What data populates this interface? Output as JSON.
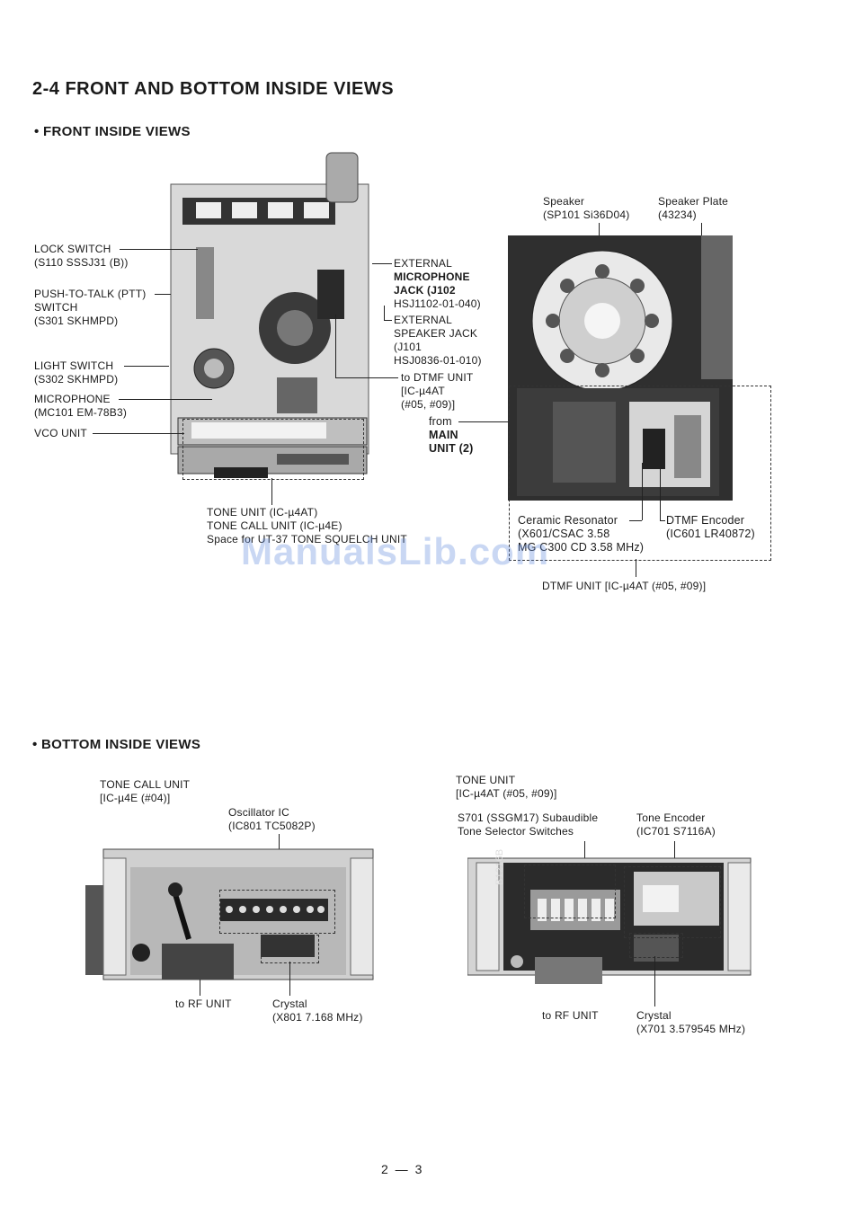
{
  "section_title": "2-4 FRONT AND BOTTOM INSIDE VIEWS",
  "front": {
    "heading": "• FRONT INSIDE VIEWS",
    "left_labels": {
      "lock_switch": [
        "LOCK SWITCH",
        "(S110 SSSJ31 (B))"
      ],
      "ptt_switch": [
        "PUSH-TO-TALK (PTT)",
        "SWITCH",
        "(S301 SKHMPD)"
      ],
      "light_switch": [
        "LIGHT SWITCH",
        "(S302 SKHMPD)"
      ],
      "microphone": [
        "MICROPHONE",
        "(MC101 EM-78B3)"
      ],
      "vco_unit": [
        "VCO UNIT"
      ]
    },
    "right_labels": {
      "ext_mic_jack": [
        "EXTERNAL",
        "MICROPHONE",
        "JACK (J102",
        "HSJ1102-01-040)"
      ],
      "ext_spk_jack": [
        "EXTERNAL",
        "SPEAKER JACK",
        "(J101",
        "HSJ0836-01-010)"
      ],
      "to_dtmf": [
        "to DTMF UNIT",
        "[IC-µ4AT",
        "(#05, #09)]"
      ],
      "from_main": [
        "from",
        "MAIN",
        "UNIT (2)"
      ]
    },
    "bottom_labels": [
      "TONE UNIT (IC-µ4AT)",
      "TONE CALL UNIT (IC-µ4E)",
      "Space for UT-37 TONE SQUELCH UNIT"
    ],
    "speaker": [
      "Speaker",
      "(SP101 Si36D04)"
    ],
    "speaker_plate": [
      "Speaker Plate",
      "(43234)"
    ],
    "ceramic_resonator": [
      "Ceramic Resonator",
      "(X601/CSAC 3.58",
      "MG C300 CD 3.58 MHz)"
    ],
    "dtmf_encoder": [
      "DTMF Encoder",
      "(IC601 LR40872)"
    ],
    "dtmf_unit": "DTMF UNIT [IC-µ4AT (#05, #09)]"
  },
  "bottom": {
    "heading": "• BOTTOM INSIDE VIEWS",
    "tone_call_unit": [
      "TONE CALL UNIT",
      "[IC-µ4E (#04)]"
    ],
    "oscillator_ic": [
      "Oscillator IC",
      "(IC801 TC5082P)"
    ],
    "to_rf_left": "to RF UNIT",
    "crystal_left": [
      "Crystal",
      "(X801 7.168 MHz)"
    ],
    "tone_unit": [
      "TONE UNIT",
      "[IC-µ4AT (#05, #09)]"
    ],
    "s701": [
      "S701 (SSGM17) Subaudible",
      "Tone Selector Switches"
    ],
    "tone_encoder": [
      "Tone Encoder",
      "(IC701 S7116A)"
    ],
    "to_rf_right": "to RF UNIT",
    "crystal_right": [
      "Crystal",
      "(X701 3.579545 MHz)"
    ],
    "board_marking": "B1216B"
  },
  "page_number": "2 — 3",
  "watermark": "ManualsLib.com"
}
